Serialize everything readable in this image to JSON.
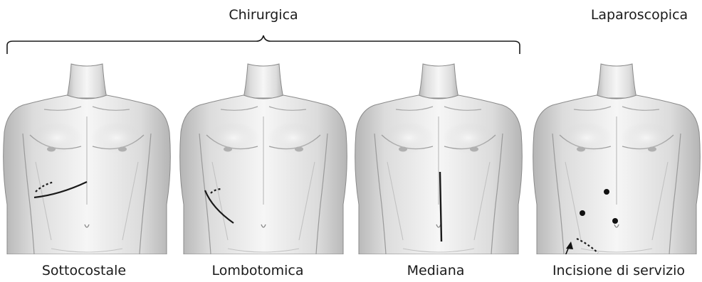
{
  "group_title": "Chirurgica",
  "laparoscopic_title": "Laparoscopica",
  "captions": {
    "sottocostale": "Sottocostale",
    "lombotomica": "Lombotomica",
    "mediana": "Mediana",
    "servizio": "Incisione di servizio"
  },
  "colors": {
    "skin_light": "#f4f4f4",
    "skin_shadow": "#b9b9b9",
    "outline": "#7a7a7a",
    "incision": "#1a1a1a"
  }
}
